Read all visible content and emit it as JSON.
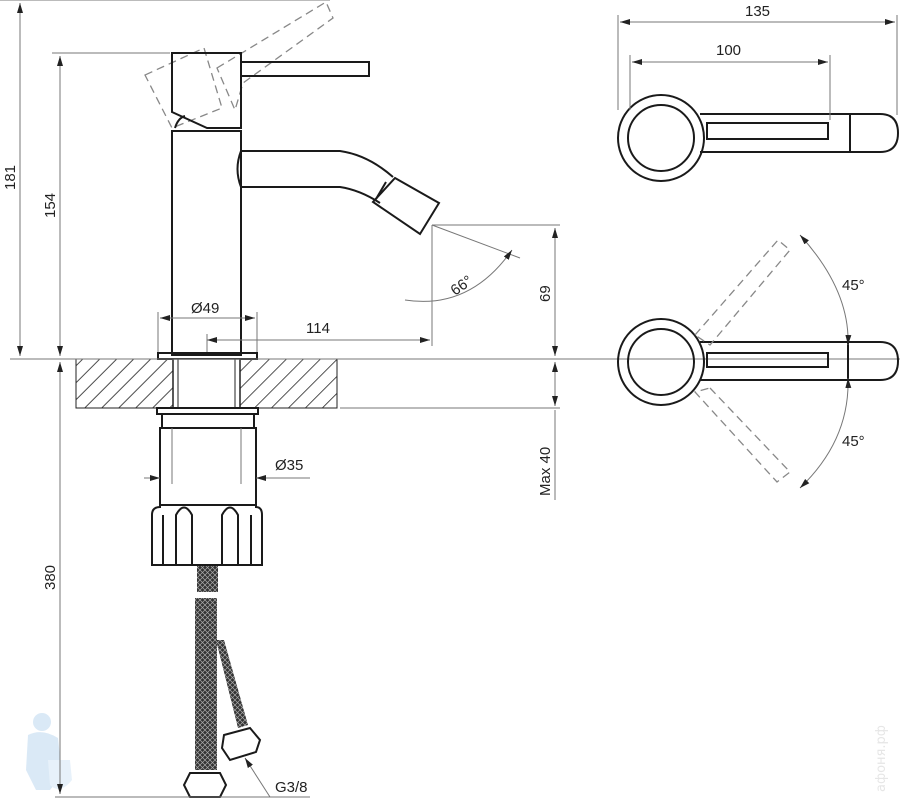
{
  "drawing": {
    "dimensions": {
      "total_height": "181",
      "body_height": "154",
      "hose_length": "380",
      "base_diameter": "Ø49",
      "spout_reach": "114",
      "spout_height": "69",
      "max_counter_thickness": "Max 40",
      "shank_diameter": "Ø35",
      "connector_thread": "G3/8",
      "spout_angle": "66°",
      "top_width": "135",
      "lever_length": "100",
      "lever_rotation_left": "45°",
      "lever_rotation_right": "45°"
    },
    "watermark": "афоня.рф",
    "colors": {
      "line": "#1a1a1a",
      "dim": "#777777",
      "logo": "#bcd8f0"
    }
  }
}
